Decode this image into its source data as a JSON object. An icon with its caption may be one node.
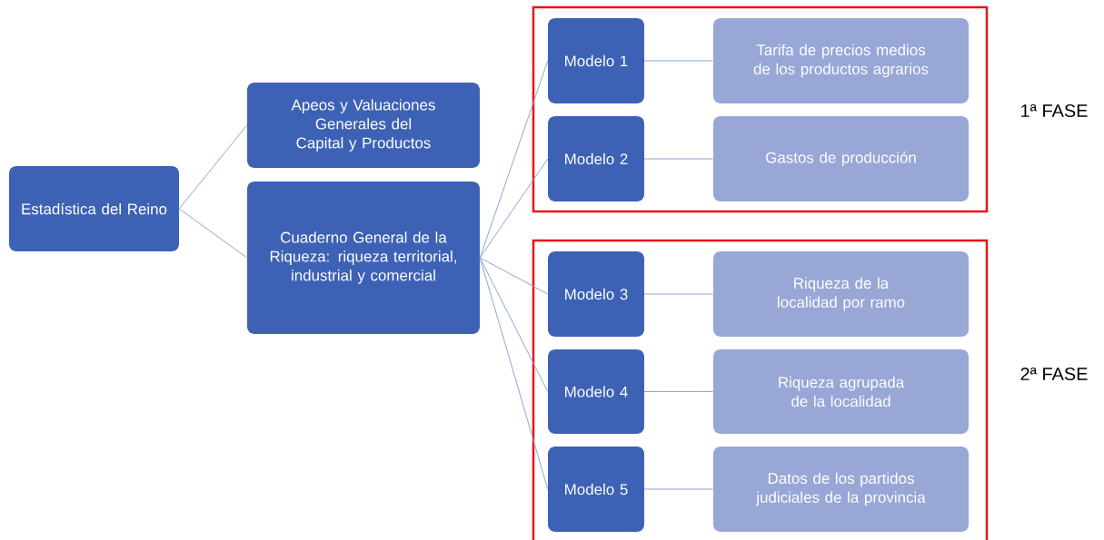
{
  "diagram": {
    "nodes": [
      {
        "text": [
          "Estadística del Reino"
        ]
      },
      {
        "text": [
          "Apeos y Valuaciones Generales del Capital y Productos"
        ]
      },
      {
        "text": [
          "Cuaderno General de la Riqueza: riqueza territorial, industrial y comercial"
        ]
      },
      {
        "text": [
          "1ª FASE"
        ]
      },
      {
        "text": [
          "Modelo 1"
        ],
        "in": 3
      },
      {
        "text": [
          "Tarifa de precios medios de los productos agrarios"
        ],
        "in": 3
      },
      {
        "text": [
          "Modelo 2"
        ],
        "in": 3
      },
      {
        "text": [
          "Gastos de producción"
        ],
        "in": 3
      },
      {
        "text": [
          "2ª FASE"
        ]
      },
      {
        "text": [
          "Modelo 3"
        ],
        "in": 8
      },
      {
        "text": [
          "Riqueza de la localidad por ramo"
        ],
        "in": 8
      },
      {
        "text": [
          "Modelo 4"
        ],
        "in": 8
      },
      {
        "text": [
          "Riqueza agrupada de la localidad"
        ],
        "in": 8
      },
      {
        "text": [
          "Modelo 5"
        ],
        "in": 8
      },
      {
        "text": [
          "Datos de los partidos judiciales de la provincia"
        ],
        "in": 8
      }
    ],
    "edges": [
      {
        "from": 0,
        "to": 1,
        "arrow": "none"
      },
      {
        "from": 0,
        "to": 2,
        "arrow": "none"
      },
      {
        "from": 2,
        "to": 4,
        "arrow": "none"
      },
      {
        "from": 2,
        "to": 6,
        "arrow": "none"
      },
      {
        "from": 2,
        "to": 9,
        "arrow": "none"
      },
      {
        "from": 2,
        "to": 11,
        "arrow": "none"
      },
      {
        "from": 2,
        "to": 13,
        "arrow": "none"
      },
      {
        "from": 4,
        "to": 5,
        "arrow": "none"
      },
      {
        "from": 6,
        "to": 7,
        "arrow": "none"
      },
      {
        "from": 9,
        "to": 10,
        "arrow": "none"
      },
      {
        "from": 11,
        "to": 12,
        "arrow": "none"
      },
      {
        "from": 13,
        "to": 14,
        "arrow": "none"
      }
    ]
  }
}
